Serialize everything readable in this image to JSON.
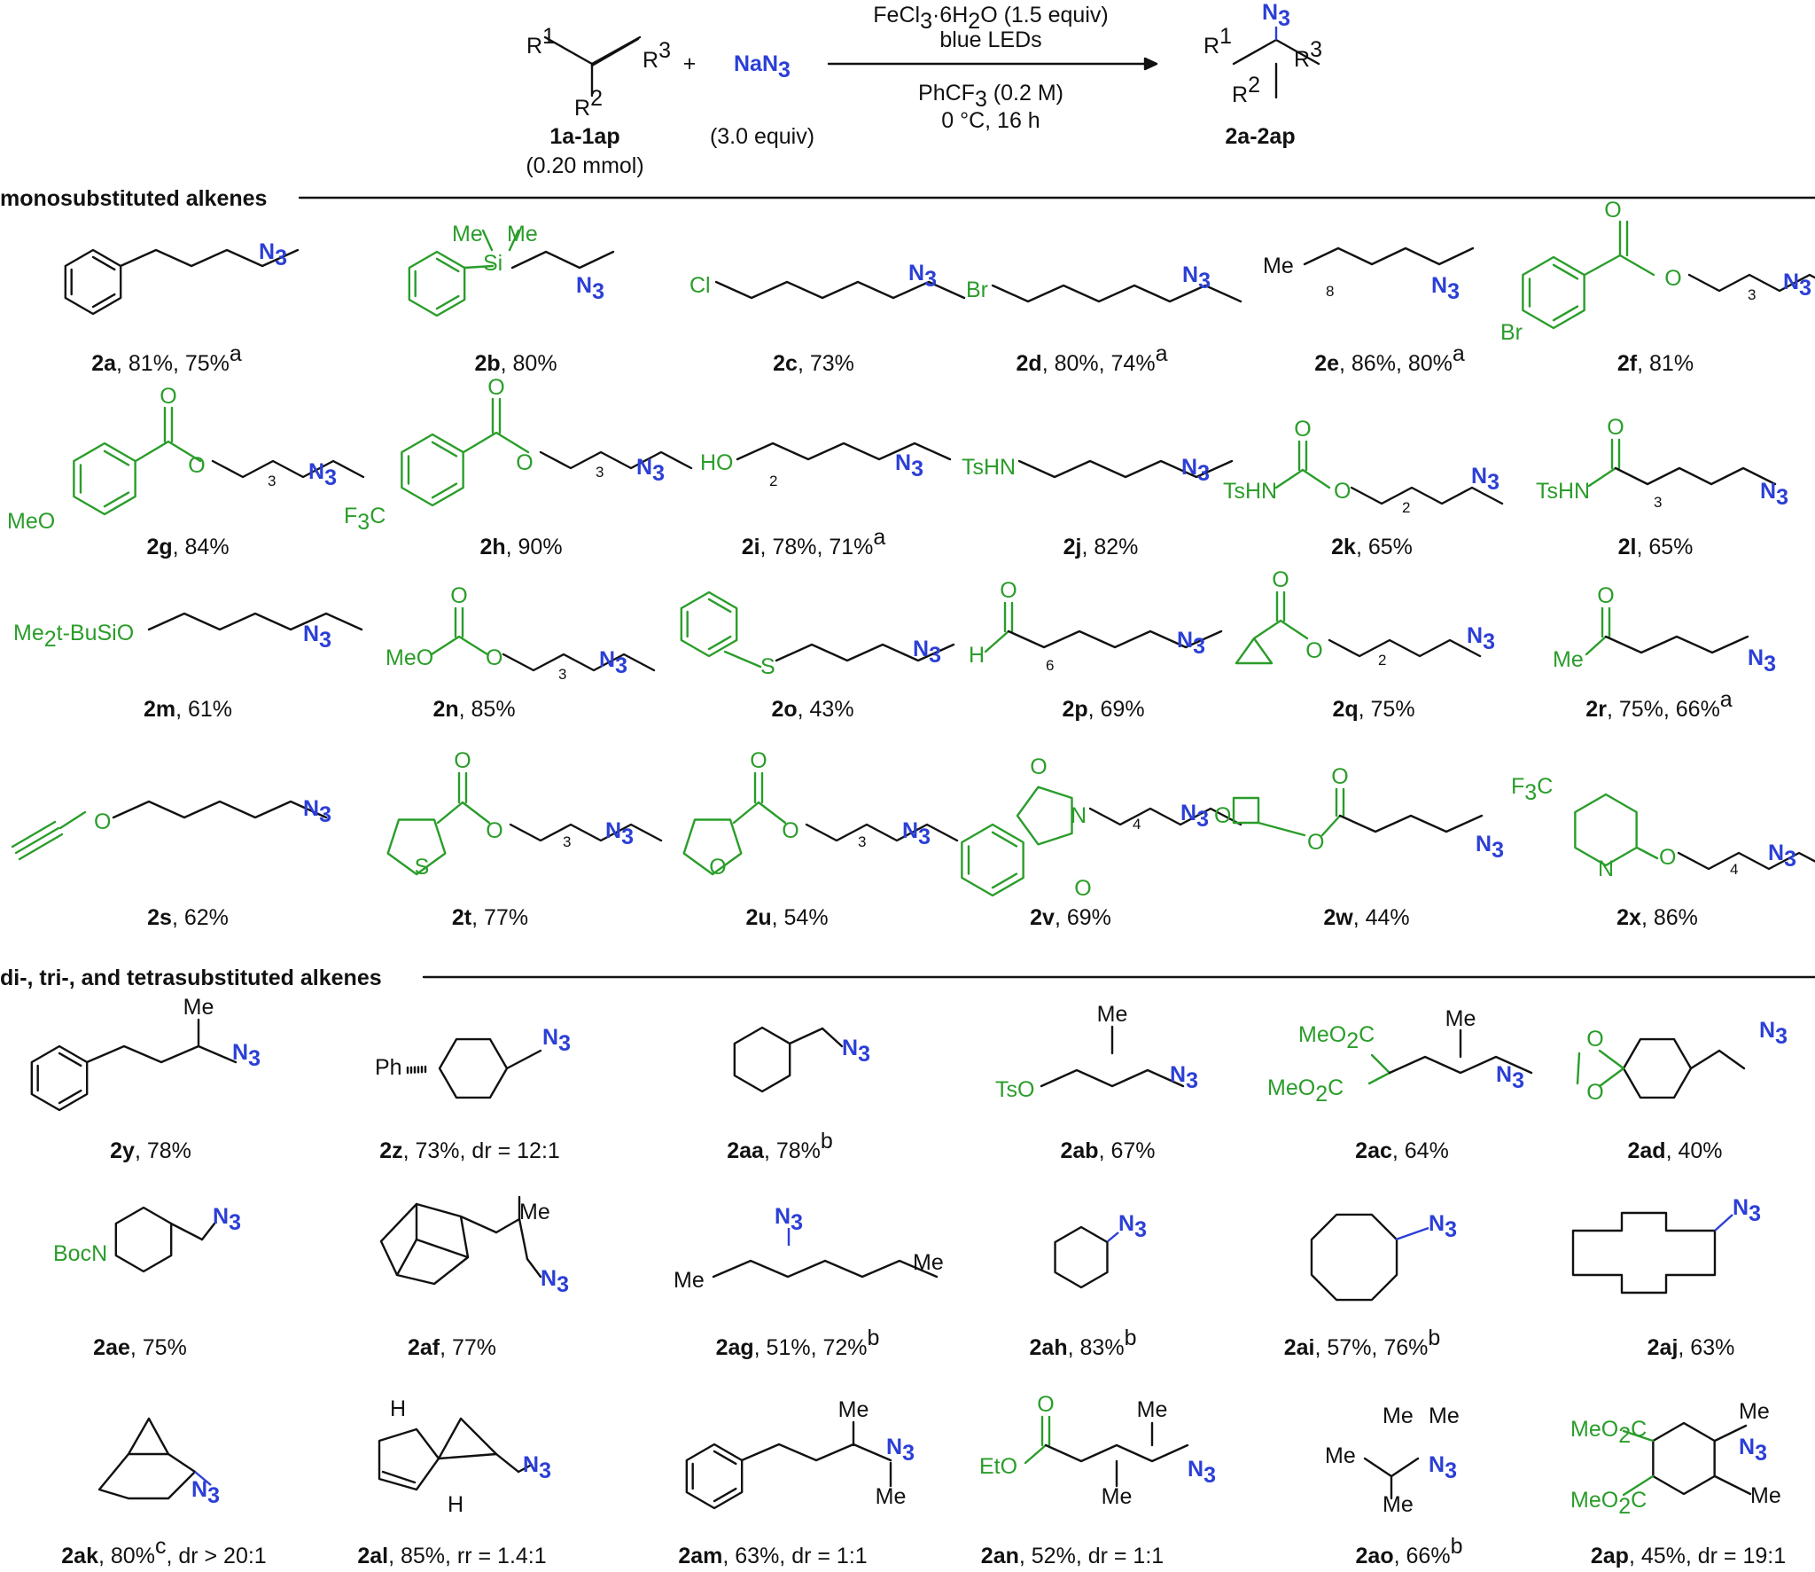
{
  "scheme": {
    "reactant1_r1": "R",
    "reactant1_r1_sup": "1",
    "reactant1_r2": "R",
    "reactant1_r2_sup": "2",
    "reactant1_r3": "R",
    "reactant1_r3_sup": "3",
    "plus": "+",
    "reagent": "NaN",
    "reagent_sub": "3",
    "cond_line1": "FeCl",
    "cond_line1_sub": "3",
    "cond_line1_rest": "·6H",
    "cond_line1_sub2": "2",
    "cond_line1_end": "O (1.5 equiv)",
    "cond_line2": "blue LEDs",
    "cond_line3": "PhCF",
    "cond_line3_sub": "3",
    "cond_line3_end": " (0.2 M)",
    "cond_line4": "0 °C, 16 h",
    "substrate_label": "1a-1ap",
    "substrate_amount": "(0.20 mmol)",
    "reagent_amount": "(3.0 equiv)",
    "product_label": "2a-2ap",
    "product_n3": "N",
    "product_n3_sub": "3"
  },
  "sections": {
    "mono": "monosubstituted alkenes",
    "multi": "di-, tri-, and tetrasubstituted alkenes"
  },
  "colors": {
    "green": "#2a9d2a",
    "blue": "#2b3fd6",
    "black": "#111111"
  },
  "products": [
    {
      "id": "2a",
      "yield": ", 81%, 75%",
      "sup": "a"
    },
    {
      "id": "2b",
      "yield": ", 80%",
      "sup": ""
    },
    {
      "id": "2c",
      "yield": ", 73%",
      "sup": ""
    },
    {
      "id": "2d",
      "yield": ", 80%, 74%",
      "sup": "a"
    },
    {
      "id": "2e",
      "yield": ", 86%, 80%",
      "sup": "a"
    },
    {
      "id": "2f",
      "yield": ", 81%",
      "sup": ""
    },
    {
      "id": "2g",
      "yield": ", 84%",
      "sup": ""
    },
    {
      "id": "2h",
      "yield": ", 90%",
      "sup": ""
    },
    {
      "id": "2i",
      "yield": ", 78%, 71%",
      "sup": "a"
    },
    {
      "id": "2j",
      "yield": ", 82%",
      "sup": ""
    },
    {
      "id": "2k",
      "yield": ", 65%",
      "sup": ""
    },
    {
      "id": "2l",
      "yield": ", 65%",
      "sup": ""
    },
    {
      "id": "2m",
      "yield": ", 61%",
      "sup": ""
    },
    {
      "id": "2n",
      "yield": ", 85%",
      "sup": ""
    },
    {
      "id": "2o",
      "yield": ", 43%",
      "sup": ""
    },
    {
      "id": "2p",
      "yield": ", 69%",
      "sup": ""
    },
    {
      "id": "2q",
      "yield": ", 75%",
      "sup": ""
    },
    {
      "id": "2r",
      "yield": ", 75%, 66%",
      "sup": "a"
    },
    {
      "id": "2s",
      "yield": ", 62%",
      "sup": ""
    },
    {
      "id": "2t",
      "yield": ", 77%",
      "sup": ""
    },
    {
      "id": "2u",
      "yield": ", 54%",
      "sup": ""
    },
    {
      "id": "2v",
      "yield": ", 69%",
      "sup": ""
    },
    {
      "id": "2w",
      "yield": ", 44%",
      "sup": ""
    },
    {
      "id": "2x",
      "yield": ", 86%",
      "sup": ""
    },
    {
      "id": "2y",
      "yield": ", 78%",
      "sup": ""
    },
    {
      "id": "2z",
      "yield": ", 73%, dr = 12:1",
      "sup": ""
    },
    {
      "id": "2aa",
      "yield": ", 78%",
      "sup": "b"
    },
    {
      "id": "2ab",
      "yield": ", 67%",
      "sup": ""
    },
    {
      "id": "2ac",
      "yield": ", 64%",
      "sup": ""
    },
    {
      "id": "2ad",
      "yield": ", 40%",
      "sup": ""
    },
    {
      "id": "2ae",
      "yield": ", 75%",
      "sup": ""
    },
    {
      "id": "2af",
      "yield": ", 77%",
      "sup": ""
    },
    {
      "id": "2ag",
      "yield": ", 51%, 72%",
      "sup": "b"
    },
    {
      "id": "2ah",
      "yield": ", 83%",
      "sup": "b"
    },
    {
      "id": "2ai",
      "yield": ", 57%, 76%",
      "sup": "b"
    },
    {
      "id": "2aj",
      "yield": ", 63%",
      "sup": ""
    },
    {
      "id": "2ak",
      "yield": ", 80%",
      "sup": "c",
      "tail": ", dr > 20:1"
    },
    {
      "id": "2al",
      "yield": ", 85%, rr = 1.4:1",
      "sup": ""
    },
    {
      "id": "2am",
      "yield": ", 63%, dr = 1:1",
      "sup": ""
    },
    {
      "id": "2an",
      "yield": ", 52%, dr = 1:1",
      "sup": ""
    },
    {
      "id": "2ao",
      "yield": ", 66%",
      "sup": "b"
    },
    {
      "id": "2ap",
      "yield": ", 45%, dr = 19:1",
      "sup": ""
    }
  ],
  "labels": {
    "n": "N",
    "s3": "3",
    "me": "Me",
    "si": "Si",
    "cl": "Cl",
    "br": "Br",
    "o": "O",
    "s": "S",
    "h": "H",
    "ho": "HO",
    "tshn": "TsHN",
    "meo": "MeO",
    "f3c": "F",
    "f3c_sub": "3",
    "f3c_c": "C",
    "me2tbusio_a": "Me",
    "me2tbusio_sub": "2",
    "me2tbusio_t": "t",
    "me2tbusio_b": "-BuSiO",
    "tso": "TsO",
    "meo2c": "MeO",
    "meo2c_sub": "2",
    "meo2c_c": "C",
    "boc": "BocN",
    "ph": "Ph",
    "eto": "EtO",
    "sub8": "8",
    "sub3": "3",
    "sub2": "2",
    "sub6": "6",
    "sub4": "4"
  }
}
